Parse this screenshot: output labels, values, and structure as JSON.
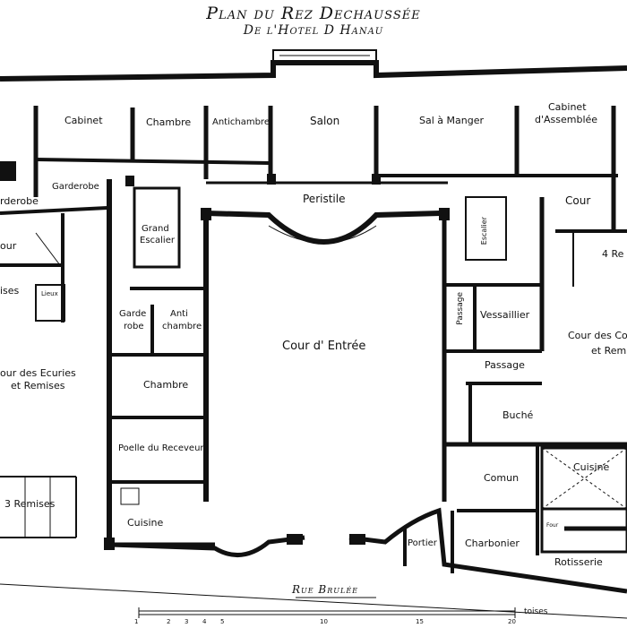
{
  "title": {
    "line1": "Plan du Rez Dechaussée",
    "line2": "De l'Hotel D Hanau"
  },
  "rooms": {
    "cabinet": "Cabinet",
    "chambre_top": "Chambre",
    "antichambre_top": "Antichambre",
    "salon": "Salon",
    "sal_a_manger": "Sal à Manger",
    "cabinet_assemblee_1": "Cabinet",
    "cabinet_assemblee_2": "d'Assemblée",
    "garderobe_top": "Garderobe",
    "rderobe_left": "rderobe",
    "our_left": "our",
    "ises_left": "ises",
    "peristile": "Peristile",
    "grand_escalier_1": "Grand",
    "grand_escalier_2": "Escalier",
    "escalier_small": "Escalier",
    "cour_right": "Cour",
    "four_re": "4 Re",
    "passage_vertical": "Passage",
    "vessaillier": "Vessaillier",
    "cour_des_co_1": "Cour des Co",
    "cour_des_co_2": "et Remi",
    "passage_horizontal": "Passage",
    "garde_robe_1": "Garde",
    "garde_robe_2": "robe",
    "anti_chambre_1": "Anti",
    "anti_chambre_2": "chambre",
    "cour_entree": "Cour d' Entrée",
    "lieux": "Lieux",
    "our_des_ecuries_1": "our des Ecuries",
    "our_des_ecuries_2": "et Remises",
    "chambre_mid": "Chambre",
    "poelle": "Poelle du Receveur",
    "buche": "Buché",
    "comun": "Comun",
    "cuisine_right": "Cuisine",
    "three_remises": "3 Remises",
    "cuisine_left": "Cuisine",
    "four": "Four",
    "portier": "Portier",
    "charbonier": "Charbonier",
    "rotisserie": "Rotisserie"
  },
  "street": "Rue Brulée",
  "scale": {
    "ticks": [
      "1",
      "2",
      "3",
      "4",
      "5",
      "10",
      "15",
      "20"
    ],
    "unit": "toises"
  }
}
